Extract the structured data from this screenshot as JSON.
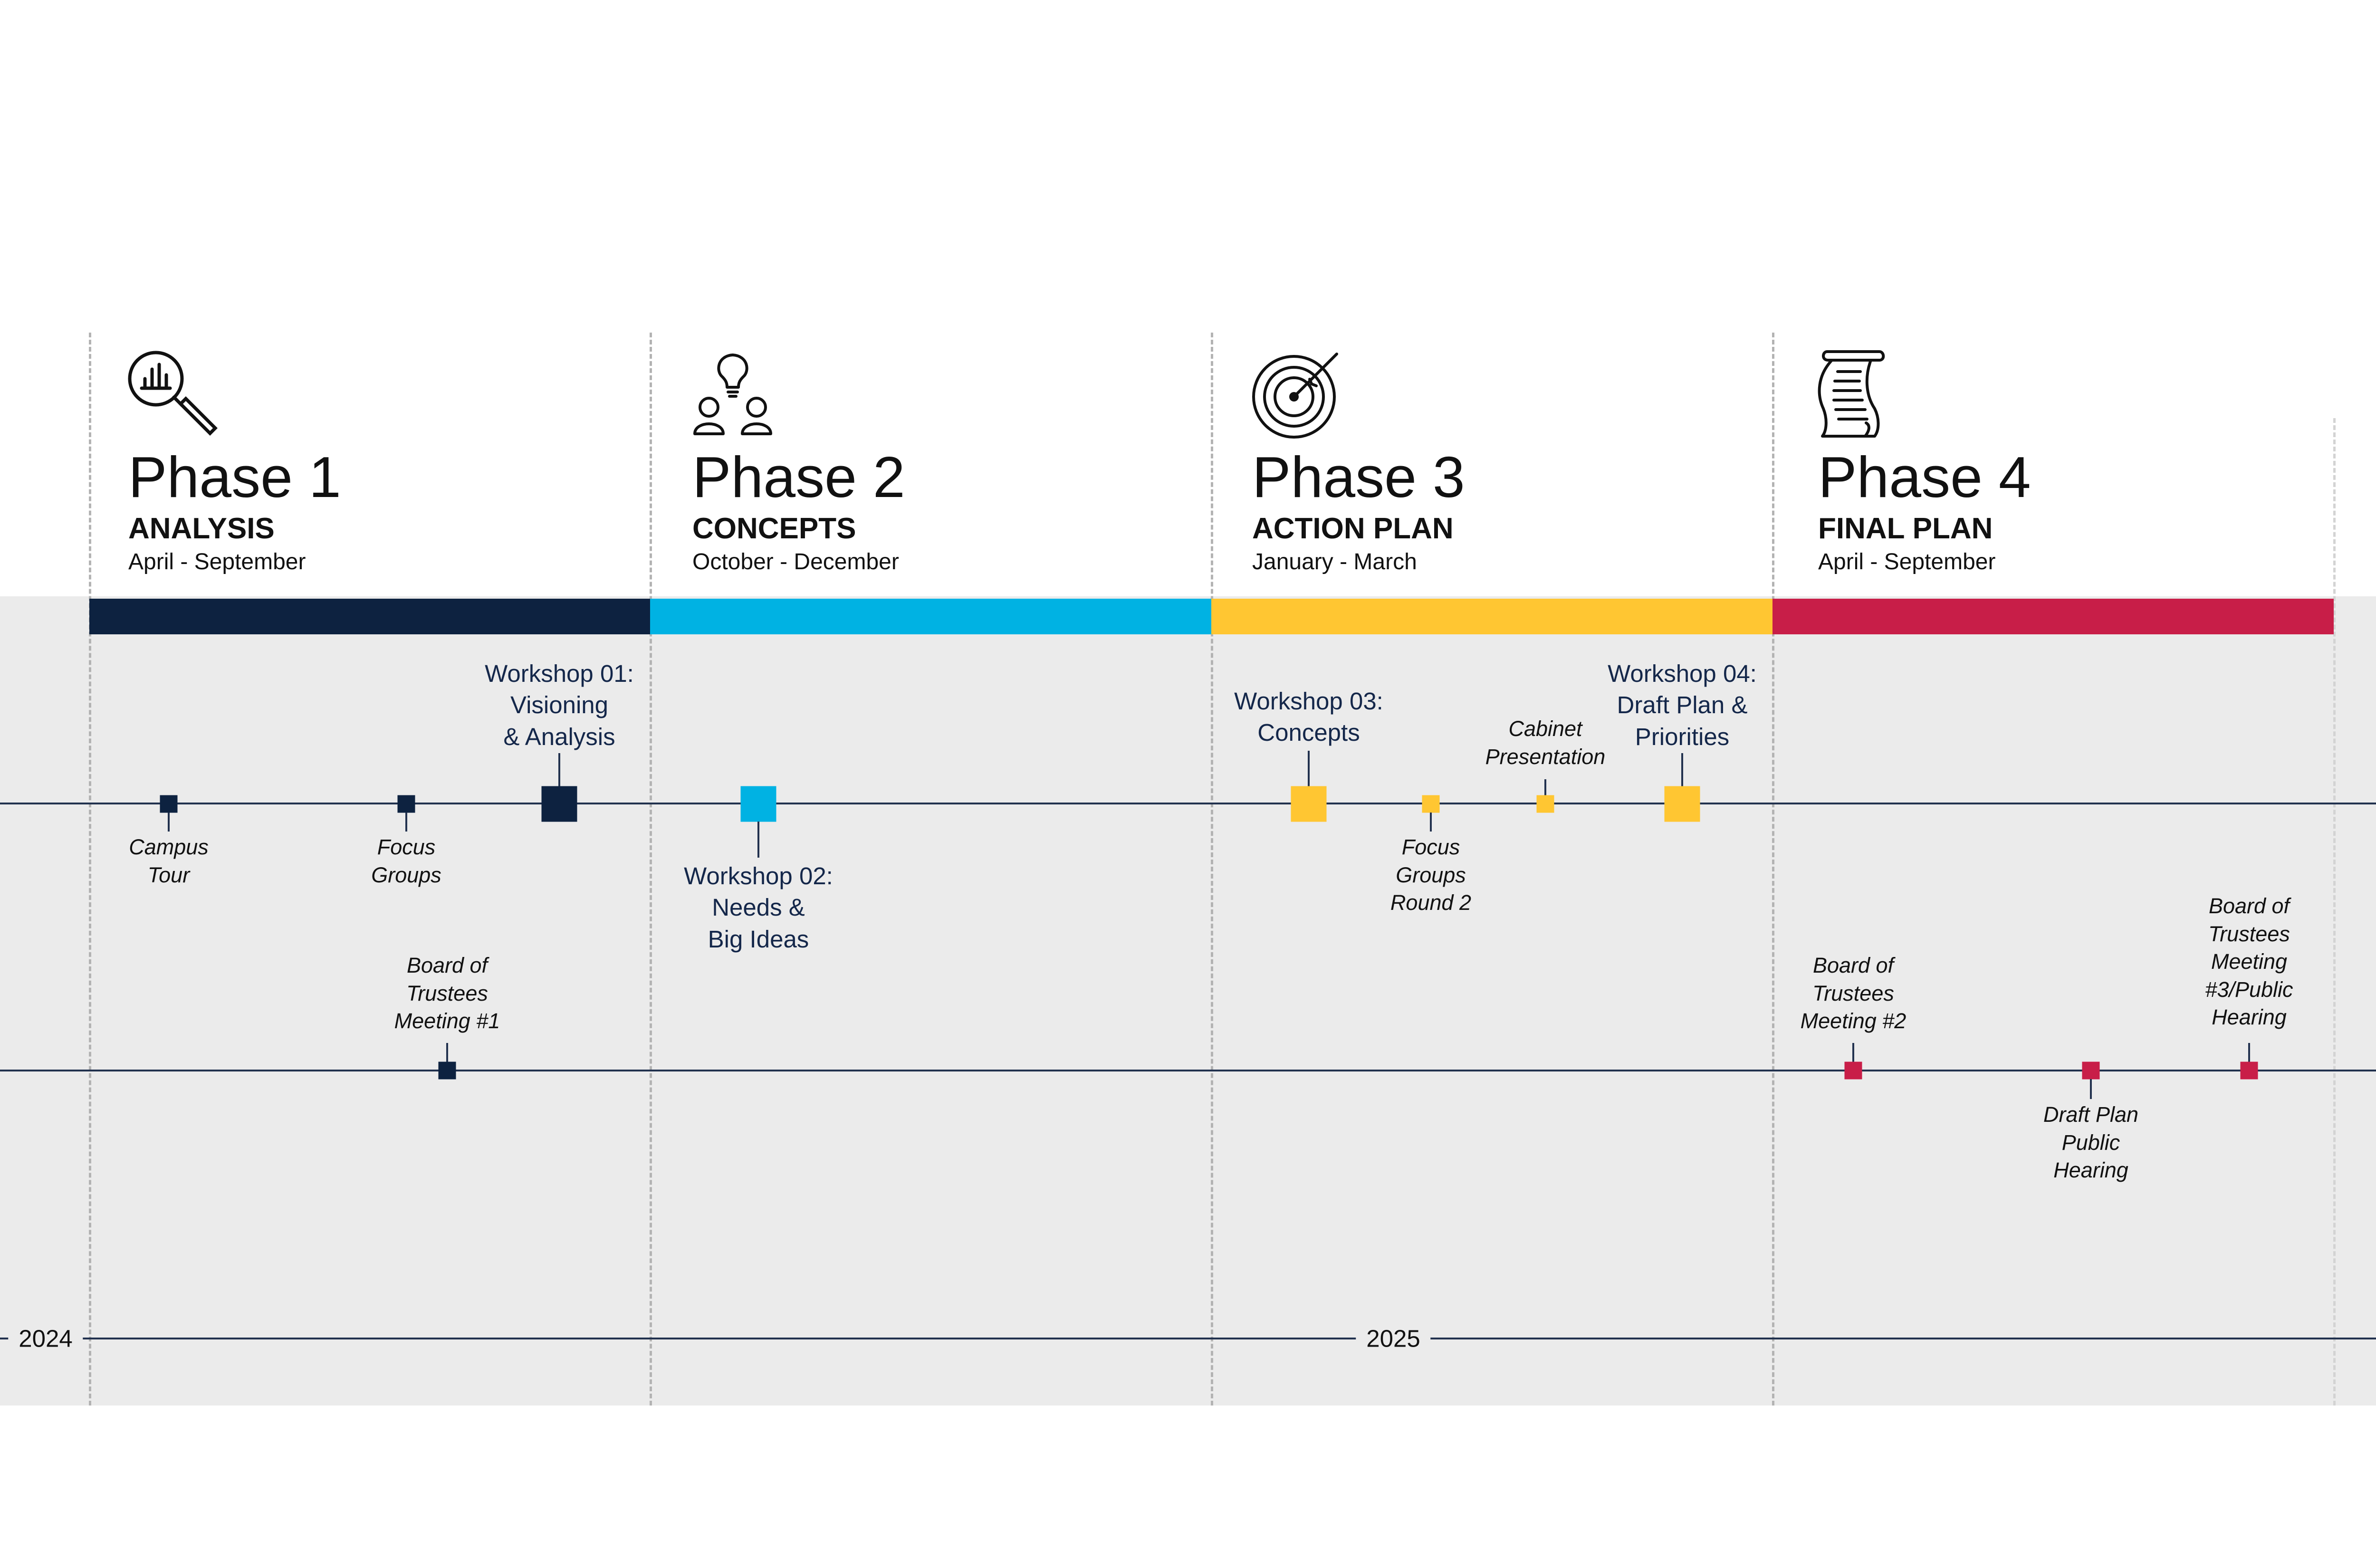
{
  "phases": [
    {
      "title": "Phase 1",
      "subtitle": "ANALYSIS",
      "dates": "April - September",
      "color": "#0d2240",
      "icon": "magnifier-chart-icon"
    },
    {
      "title": "Phase 2",
      "subtitle": "CONCEPTS",
      "dates": "October - December",
      "color": "#00b2e3",
      "icon": "lightbulb-people-icon"
    },
    {
      "title": "Phase 3",
      "subtitle": "ACTION PLAN",
      "dates": "January - March",
      "color": "#ffc632",
      "icon": "target-arrow-icon"
    },
    {
      "title": "Phase 4",
      "subtitle": "FINAL PLAN",
      "dates": "April - September",
      "color": "#c81e48",
      "icon": "scroll-document-icon"
    }
  ],
  "milestones": {
    "workshop_01": "Workshop 01:\nVisioning\n& Analysis",
    "campus_tour": "Campus\nTour",
    "focus_groups": "Focus\nGroups",
    "workshop_02": "Workshop 02:\nNeeds &\nBig Ideas",
    "workshop_03": "Workshop 03:\nConcepts",
    "focus_groups_round_2": "Focus\nGroups\nRound 2",
    "cabinet_presentation": "Cabinet\nPresentation",
    "workshop_04": "Workshop 04:\nDraft Plan &\nPriorities",
    "board_meeting_1": "Board of\nTrustees\nMeeting #1",
    "board_meeting_2": "Board of\nTrustees\nMeeting #2",
    "draft_plan_hearing": "Draft Plan\nPublic\nHearing",
    "board_meeting_3": "Board of\nTrustees\nMeeting\n#3/Public\nHearing"
  },
  "years": {
    "start": "2024",
    "next": "2025"
  }
}
